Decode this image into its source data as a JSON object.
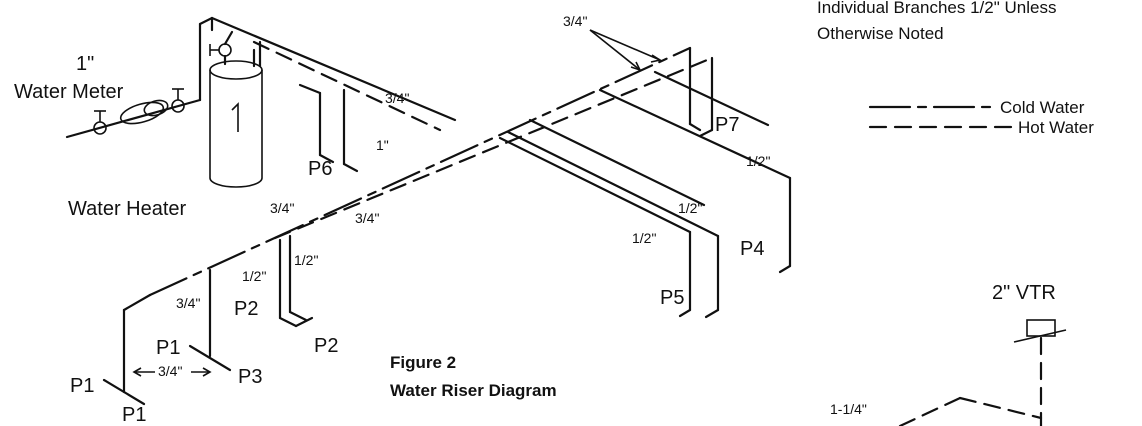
{
  "notes": {
    "branches_line1": "Individual Branches 1/2\" Unless",
    "branches_line2": "Otherwise Noted"
  },
  "legend": {
    "cold": "Cold Water",
    "hot": "Hot Water"
  },
  "figure": {
    "number": "Figure 2",
    "title": "Water Riser Diagram"
  },
  "components": {
    "meter_size": "1\"",
    "meter_name": "Water Meter",
    "heater": "Water Heater",
    "vtr": "2\" VTR"
  },
  "pipe_sizes": {
    "top_34": "3/4\"",
    "heater_34": "3/4\"",
    "heater_1": "1\"",
    "left_34_a": "3/4\"",
    "left_34_b": "3/4\"",
    "riser_half_a": "1/2\"",
    "riser_half_b": "1/2\"",
    "branch_34": "3/4\"",
    "p1_34": "3/4\"",
    "p7_half": "1/2\"",
    "p5_half_a": "1/2\"",
    "p5_half_b": "1/2\"",
    "vent_114": "1-1/4\""
  },
  "fixtures": {
    "p1_left": "P1",
    "p1_top": "P1",
    "p1_bottom": "P1",
    "p2_left": "P2",
    "p2_right": "P2",
    "p3": "P3",
    "p4": "P4",
    "p5": "P5",
    "p6": "P6",
    "p7": "P7"
  }
}
